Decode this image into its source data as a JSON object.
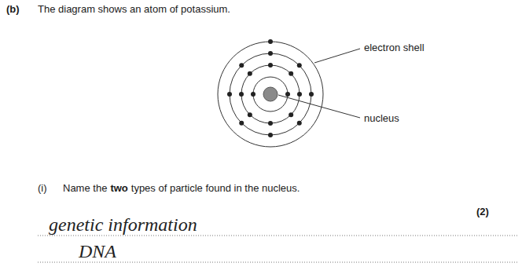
{
  "diagram": {
    "labels": [
      "(b)",
      "The diagram shows an atom of potassium.",
      "electron shell",
      "nucleus",
      "(i)",
      "Name the",
      "two",
      "types of particle found in the nucleus.",
      "(2)",
      "genetic information",
      "DNA"
    ]
  }
}
